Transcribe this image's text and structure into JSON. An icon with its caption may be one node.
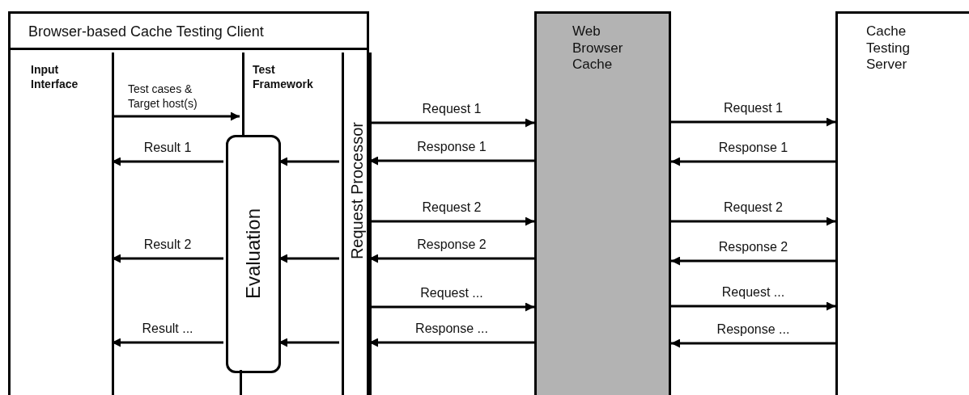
{
  "diagram": {
    "nodes": [
      {
        "text": [
          "Browser-based Cache Testing Client"
        ]
      },
      {
        "text": [
          "Input Interface"
        ],
        "in": 0
      },
      {
        "text": [
          "Test Framework"
        ],
        "in": 0
      },
      {
        "text": [
          "Request Processor"
        ],
        "in": 0
      },
      {
        "text": [
          "Evaluation"
        ],
        "in": 0
      },
      {
        "text": [
          "Web Browser Cache"
        ]
      },
      {
        "text": [
          "Cache Testing Server"
        ]
      }
    ],
    "edges": [
      {
        "from": 1,
        "to": 2,
        "arrow": "to",
        "label": "Test cases & Target host(s)"
      },
      {
        "from": 4,
        "to": 1,
        "arrow": "to",
        "label": "Result 1"
      },
      {
        "from": 3,
        "to": 4,
        "arrow": "to"
      },
      {
        "from": 4,
        "to": 1,
        "arrow": "to",
        "label": "Result 2"
      },
      {
        "from": 3,
        "to": 4,
        "arrow": "to"
      },
      {
        "from": 4,
        "to": 1,
        "arrow": "to",
        "label": "Result ..."
      },
      {
        "from": 3,
        "to": 4,
        "arrow": "to"
      },
      {
        "from": 3,
        "to": 5,
        "arrow": "to",
        "label": "Request 1"
      },
      {
        "from": 5,
        "to": 3,
        "arrow": "to",
        "label": "Response 1"
      },
      {
        "from": 3,
        "to": 5,
        "arrow": "to",
        "label": "Request 2"
      },
      {
        "from": 5,
        "to": 3,
        "arrow": "to",
        "label": "Response 2"
      },
      {
        "from": 3,
        "to": 5,
        "arrow": "to",
        "label": "Request ..."
      },
      {
        "from": 5,
        "to": 3,
        "arrow": "to",
        "label": "Response ..."
      },
      {
        "from": 5,
        "to": 6,
        "arrow": "to",
        "label": "Request 1"
      },
      {
        "from": 6,
        "to": 5,
        "arrow": "to",
        "label": "Response 1"
      },
      {
        "from": 5,
        "to": 6,
        "arrow": "to",
        "label": "Request 2"
      },
      {
        "from": 6,
        "to": 5,
        "arrow": "to",
        "label": "Response 2"
      },
      {
        "from": 5,
        "to": 6,
        "arrow": "to",
        "label": "Request ..."
      },
      {
        "from": 6,
        "to": 5,
        "arrow": "to",
        "label": "Response ..."
      }
    ]
  }
}
